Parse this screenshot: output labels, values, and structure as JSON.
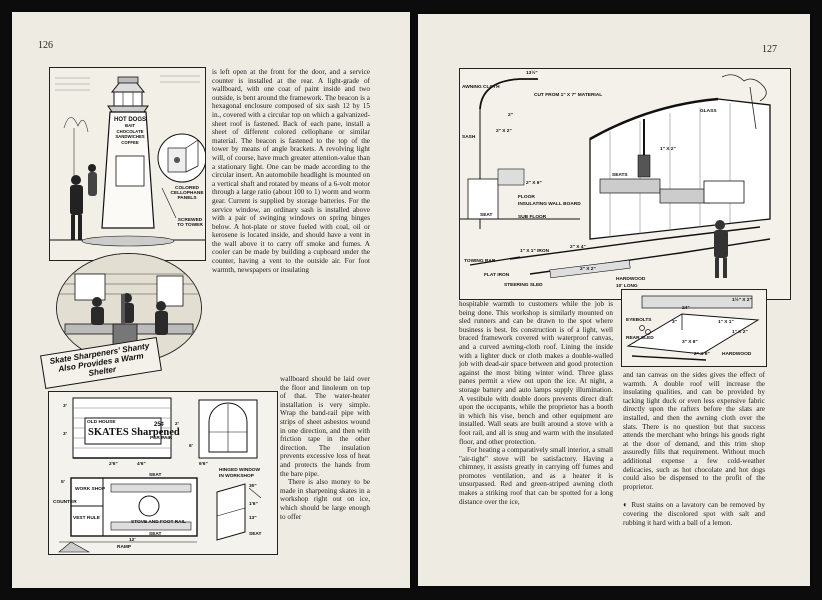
{
  "left_page": {
    "page_number": "126",
    "col_text": "is left open at the front for the door, and a service counter is installed at the rear. A light-grade of wallboard, with one coat of paint inside and two outside, is bent around the framework. The beacon is a hexagonal enclosure composed of six sash 12 by 15 in., covered with a circular top on which a galvanized-sheet roof is fastened. Back of each pane, install a sheet of different colored cellophane or similar material. The beacon is fastened to the top of the tower by means of angle brackets. A revolving light will, of course, have much greater attention-value than a stationary light. One can be made according to the circular insert. An automobile headlight is mounted on a vertical shaft and rotated by means of a 6-volt motor through a large ratio (about 100 to 1) worm and worm gear. Current is supplied by storage batteries. For the service window, an ordinary sash is installed above with a pair of swinging windows on spring hinges below. A hot-plate or stove fueled with coal, oil or kerosene is located inside, and should have a vent in the wall above it to carry off smoke and fumes. A cooler can be made by building a cupboard under the counter, having a vent to the outside air. For foot warmth, newspapers or insulating",
    "col_text_lower": "wallboard should be laid over the floor and linoleum on top of that. The water-heater installation is very simple. Wrap the band-rail pipe with strips of sheet asbestos wound in one direction, and then with friction tape in the other direction. The insulation prevents excessive loss of heat and protects the hands from the bare pipe.",
    "col_text_lower2": "There is also money to be made in sharpening skates in a workshop right out on ice, which should be large enough to offer",
    "banner": "Skate Sharpeners' Shanty Also Provides a Warm Shelter",
    "tower_sign": [
      "HOT DOGS",
      "BAIT",
      "CHOCOLATE",
      "SANDWICHES",
      "COFFEE"
    ],
    "tower_labels": {
      "cellophane": "COLORED CELLOPHANE PANELS",
      "screwed": "SCREWED TO TOWER"
    },
    "shanty_sign": {
      "title": "SKATES Sharpened",
      "left": "OLD HOUSE",
      "price": "25¢",
      "price_sub": "PER PAIR"
    },
    "plan_labels": [
      "SEAT",
      "WORK SHOP",
      "STOVE AND FOOT RAIL",
      "SEAT",
      "COUNTER",
      "VEST RULE",
      "RAMP",
      "HINGED WINDOW",
      "IN WORKSHOP",
      "SEAT"
    ],
    "dims": [
      "3'",
      "3'",
      "2'6\"",
      "4'6\"",
      "2'",
      "6'",
      "6'6\"",
      "5'",
      "12'",
      "30\"",
      "1'6\"",
      "13\""
    ]
  },
  "right_page": {
    "page_number": "127",
    "col_mid": "hospitable warmth to customers while the job is being done. This workshop is similarly mounted on sled runners and can be drawn to the spot where business is best. Its construction is of a light, well braced framework covered with waterproof canvas, and a curved awning-cloth roof. Lining the inside with a lighter duck or cloth makes a double-walled job with dead-air space between and good protection against the most biting winter wind. Three glass panes permit a view out upon the ice. At night, a storage battery and auto lamps supply illumination. A vestibule with double doors prevents direct draft upon the occupants, while the proprietor has a booth in which his vise, bench and other equipment are installed. Wall seats are built around a stove with a foot rail, and all is snug and warm with the insulated floor, and other protection.",
    "col_mid2": "For heating a comparatively small interior, a small \"air-tight\" stove will be satisfactory. Having a chimney, it assists greatly in carrying off fumes and promotes ventilation, and as a heater it is unsurpassed. Red and green-striped awning cloth makes a striking roof that can be spotted for a long distance over the ice,",
    "col_right": "and tan canvas on the sides gives the effect of warmth. A double roof will increase the insulating qualities, and can be provided by tacking light duck or even less expensive fabric directly upon the rafters before the slats are installed, and then the awning cloth over the slats. There is no question but that success attends the merchant who brings his goods right at the door of demand, and this trim shop assuredly fills that requirement. Without much additional expense a few cold-weather delicacies, such as hot chocolate and hot dogs could also be dispensed to the profit of the proprietor.",
    "col_note": "Rust stains on a lavatory can be removed by covering the discolored spot with salt and rubbing it hard with a ball of a lemon.",
    "top_labels": [
      "AWNING CLOTH",
      "CUT FROM 1\" X 7\" MATERIAL",
      "SASH",
      "FLOOR",
      "INSULATING WALL BOARD",
      "SUB FLOOR",
      "SEAT",
      "SEATS",
      "GLASS",
      "TOWING BAR",
      "1\" X 1\" IRON",
      "FLAT IRON",
      "STEERING SLED",
      "HARDWOOD",
      "10' LONG"
    ],
    "top_dims": [
      "13½\"",
      "2\"",
      "2\" X 2\"",
      "2\" X 6\"",
      "2\" X 4\"",
      "2\" X 2\"",
      "1\" X 2\""
    ],
    "sled_labels": [
      "EYEBOLTS",
      "REAR SLED",
      "HARDWOOD"
    ],
    "sled_dims": [
      "1½\" X 2\"",
      "24\"",
      "3\"",
      "1\" X 1\"",
      "1\" X 2\"",
      "3\" X 8\"",
      "2\" X 6\""
    ]
  }
}
